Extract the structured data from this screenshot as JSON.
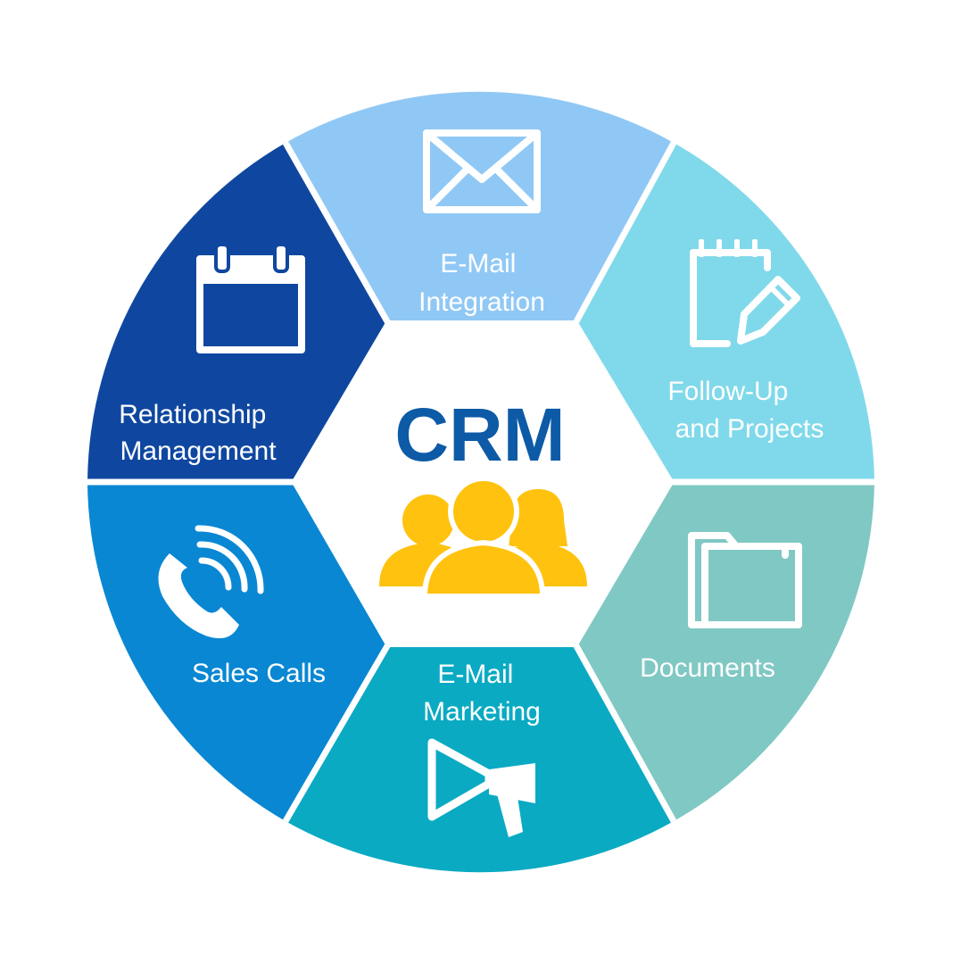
{
  "center": {
    "title": "CRM",
    "title_color": "#0d5aa7",
    "icon": "people-group-icon",
    "icon_color": "#ffc20e"
  },
  "segments": [
    {
      "id": "email-integration",
      "lines": [
        "E-Mail",
        "Integration"
      ],
      "color": "#90c8f5",
      "icon": "envelope-icon"
    },
    {
      "id": "follow-up-projects",
      "lines": [
        "Follow-Up",
        "and Projects"
      ],
      "color": "#80d9ea",
      "icon": "notepad-pencil-icon"
    },
    {
      "id": "documents",
      "lines": [
        "Documents"
      ],
      "color": "#80c8c4",
      "icon": "folder-icon"
    },
    {
      "id": "email-marketing",
      "lines": [
        "E-Mail",
        "Marketing"
      ],
      "color": "#0aaac3",
      "icon": "megaphone-icon"
    },
    {
      "id": "sales-calls",
      "lines": [
        "Sales Calls"
      ],
      "color": "#0987d3",
      "icon": "phone-icon"
    },
    {
      "id": "relationship-management",
      "lines": [
        "Relationship",
        "Management"
      ],
      "color": "#0f47a0",
      "icon": "calendar-icon"
    }
  ]
}
